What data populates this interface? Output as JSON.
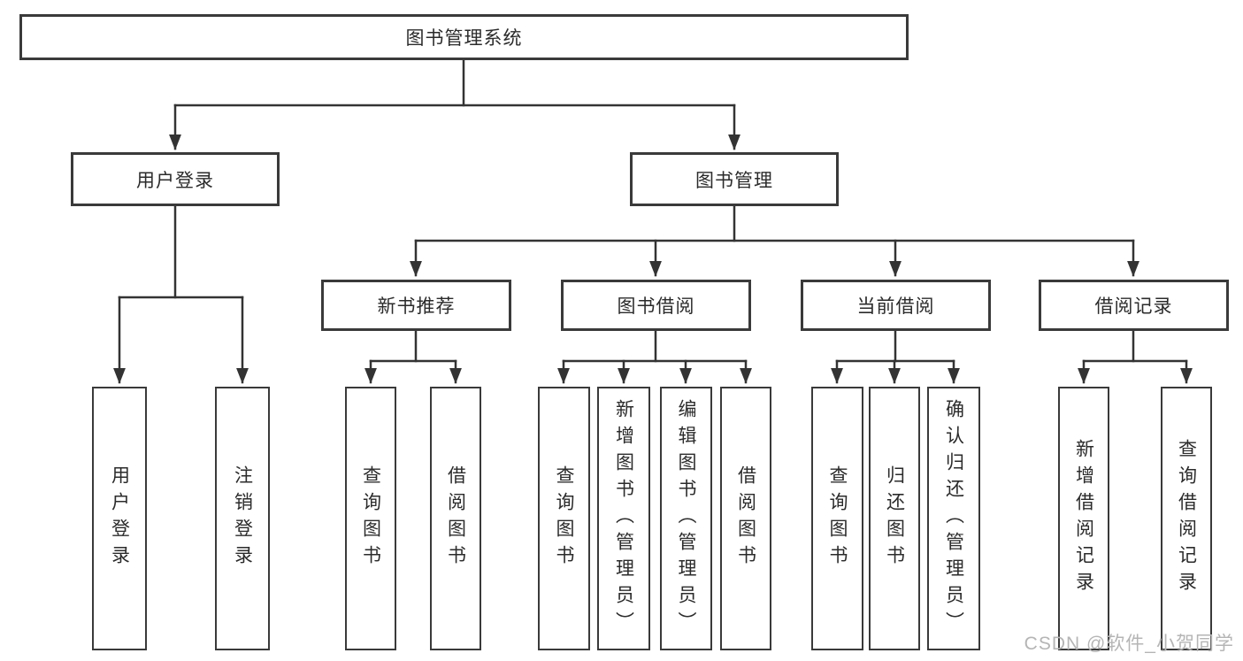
{
  "diagram": {
    "root": "图书管理系统",
    "level2": [
      "用户登录",
      "图书管理"
    ],
    "level3": [
      "新书推荐",
      "图书借阅",
      "当前借阅",
      "借阅记录"
    ],
    "leaves_user_login": [
      "用户登录",
      "注销登录"
    ],
    "leaves_new_book": [
      "查询图书",
      "借阅图书"
    ],
    "leaves_book_borrow": [
      "查询图书",
      "新增图书（管理员）",
      "编辑图书（管理员）",
      "借阅图书"
    ],
    "leaves_current_borrow": [
      "查询图书",
      "归还图书",
      "确认归还（管理员）"
    ],
    "leaves_borrow_record": [
      "新增借阅记录",
      "查询借阅记录"
    ],
    "colors": {
      "line": "#333333",
      "border": "#3a3a3a",
      "text": "#2b2b2b"
    }
  },
  "watermark": "CSDN @软件_小贺同学"
}
